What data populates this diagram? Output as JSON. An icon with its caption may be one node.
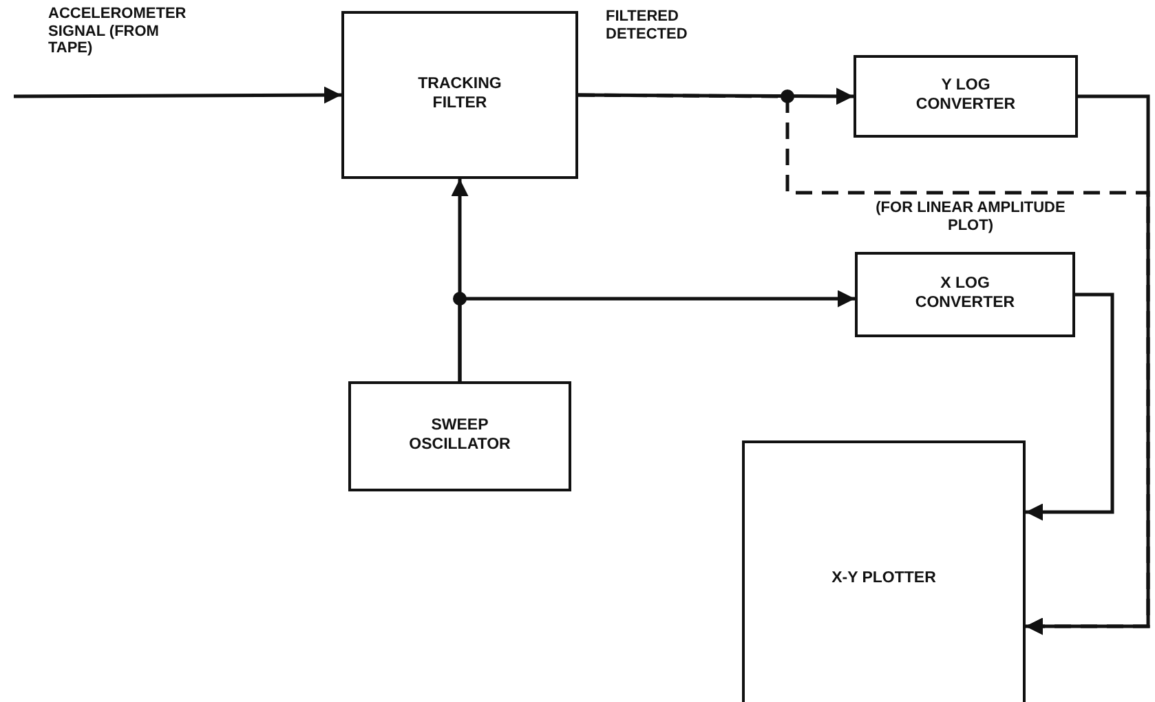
{
  "diagram": {
    "nodes": [
      {
        "text": [
          "TRACKING FILTER"
        ]
      },
      {
        "text": [
          "Y LOG CONVERTER"
        ]
      },
      {
        "text": [
          "X LOG CONVERTER"
        ]
      },
      {
        "text": [
          "SWEEP OSCILLATOR"
        ]
      },
      {
        "text": [
          "X-Y PLOTTER"
        ]
      }
    ],
    "edges": [
      {
        "from": null,
        "to": 0,
        "arrow": "to",
        "label": "ACCELEROMETER SIGNAL (FROM TAPE)"
      },
      {
        "from": 0,
        "to": 1,
        "arrow": "to",
        "label": "FILTERED DETECTED"
      },
      {
        "from": 0,
        "to": 4,
        "arrow": "to",
        "style": "dashed",
        "label": "(FOR LINEAR AMPLITUDE PLOT)"
      },
      {
        "from": 3,
        "to": 0,
        "arrow": "to"
      },
      {
        "from": 3,
        "to": 2,
        "arrow": "to"
      },
      {
        "from": 2,
        "to": 4,
        "arrow": "to"
      },
      {
        "from": 1,
        "to": 4,
        "arrow": "to"
      }
    ]
  }
}
